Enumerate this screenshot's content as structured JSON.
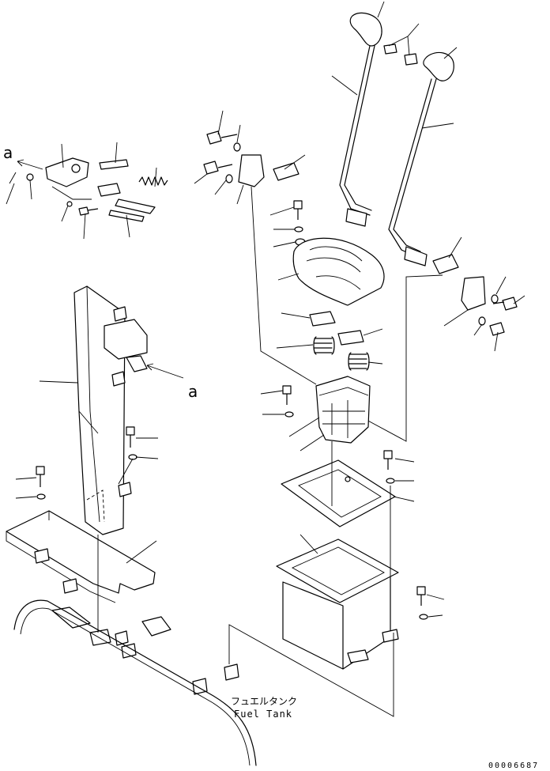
{
  "diagram": {
    "view_labels": [
      "a",
      "a"
    ],
    "fuel_tank_jp": "フュエルタンク",
    "fuel_tank_en": "Fuel Tank",
    "drawing_code": "00006687"
  }
}
